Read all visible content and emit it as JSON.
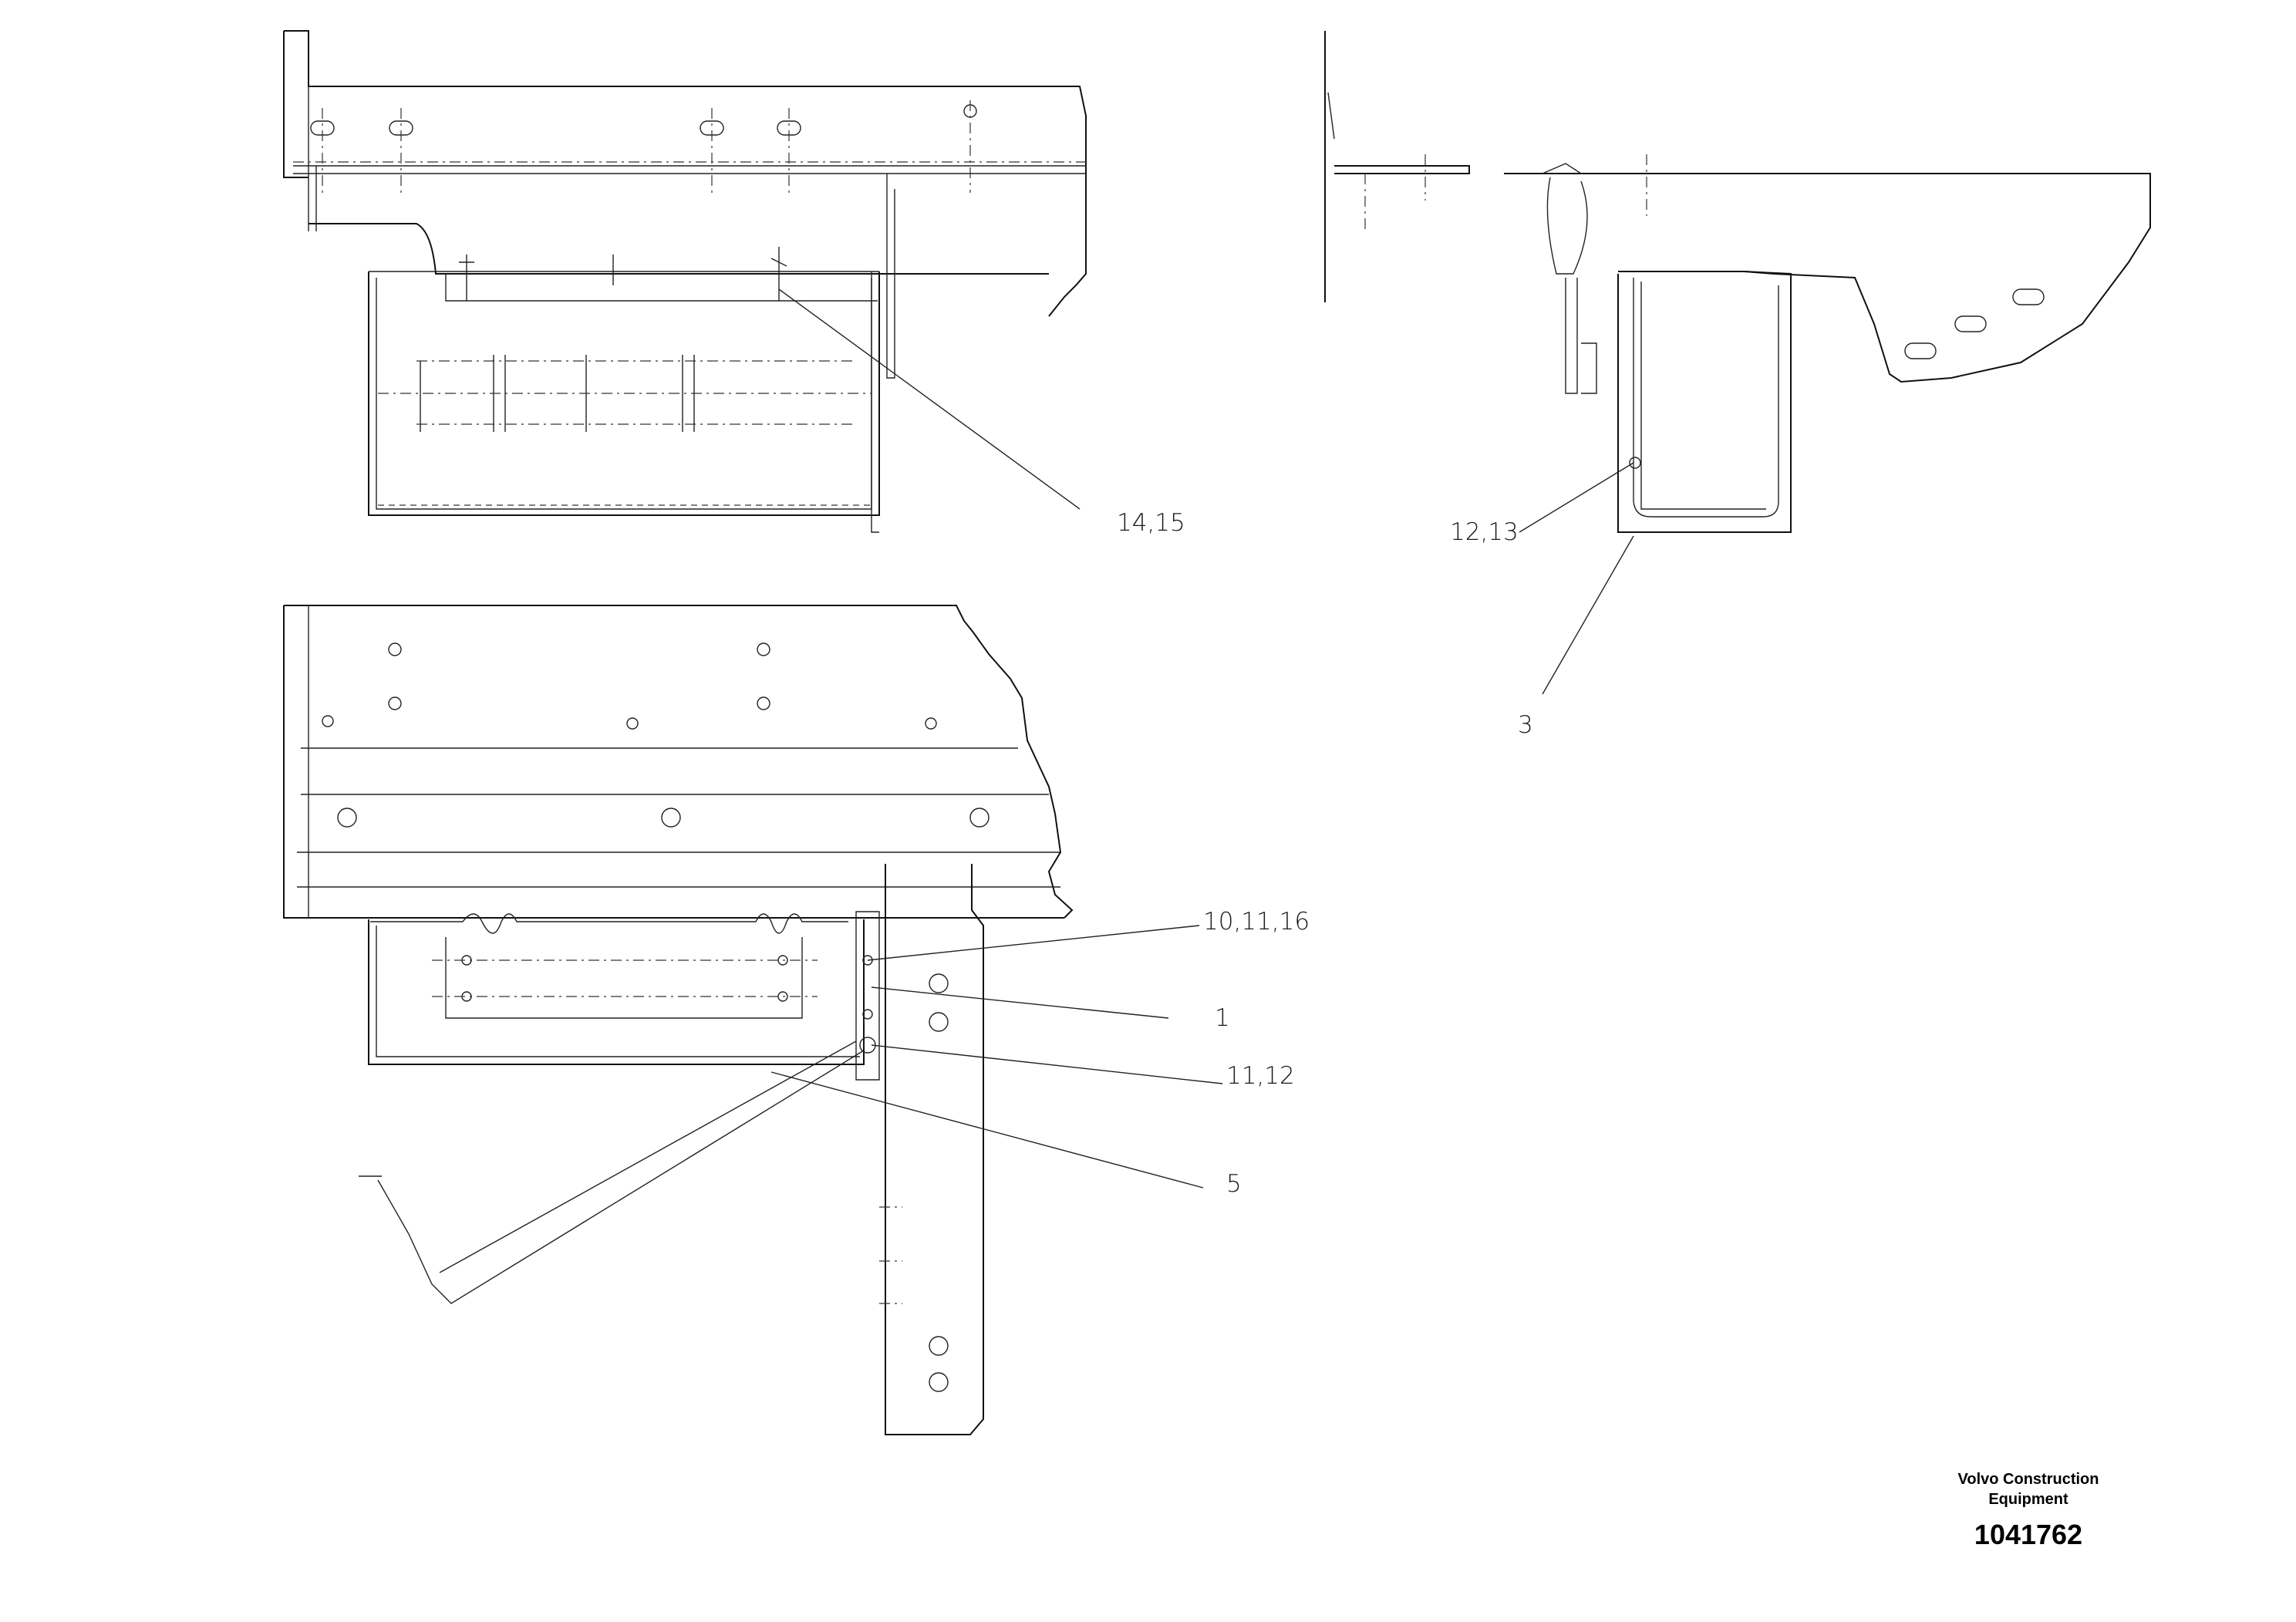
{
  "callouts": {
    "top_left": "14,15",
    "top_right_a": "12,13",
    "top_right_b": "3",
    "bottom_a": "10,11,16",
    "bottom_b": "1",
    "bottom_c": "11,12",
    "bottom_d": "5"
  },
  "footer": {
    "company_line1": "Volvo Construction",
    "company_line2": "Equipment",
    "document_number": "1041762"
  }
}
